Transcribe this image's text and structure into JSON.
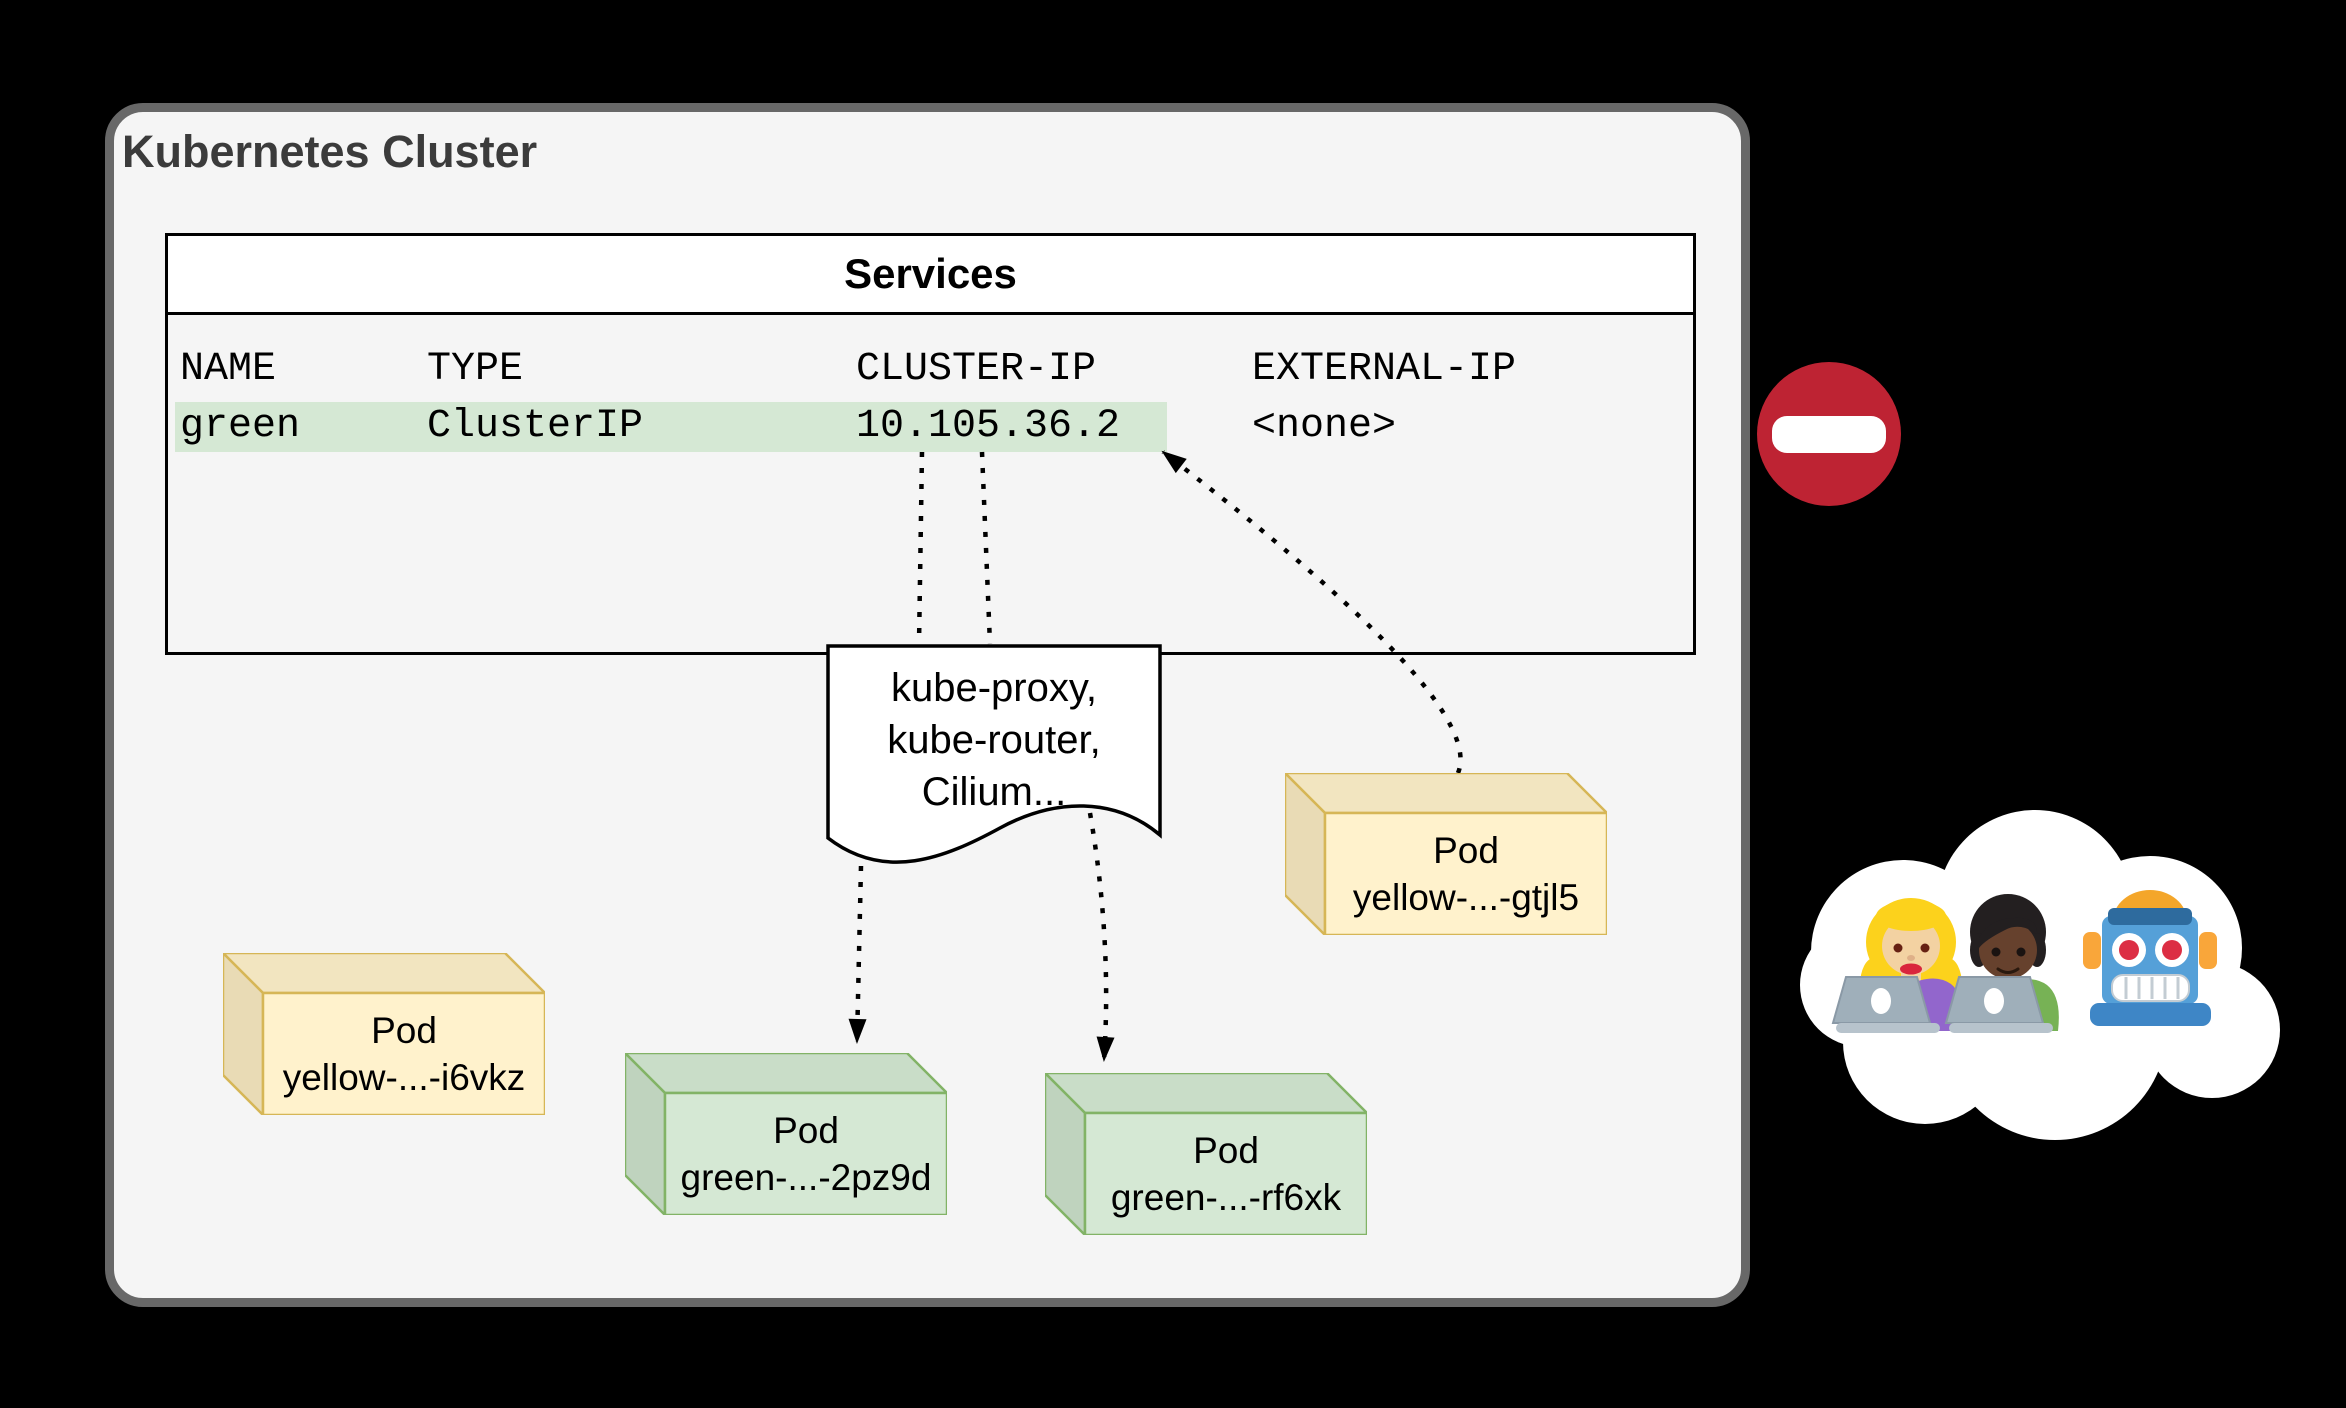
{
  "cluster": {
    "title": "Kubernetes Cluster"
  },
  "services": {
    "title": "Services",
    "columns": [
      "NAME",
      "TYPE",
      "CLUSTER-IP",
      "EXTERNAL-IP"
    ],
    "row": {
      "name": "green",
      "type": "ClusterIP",
      "cluster_ip": "10.105.36.2",
      "external_ip": "<none>",
      "highlighted": true
    }
  },
  "note": {
    "line1": "kube-proxy,",
    "line2": "kube-router,",
    "line3": "Cilium..."
  },
  "pods": [
    {
      "title": "Pod",
      "name": "yellow-...-i6vkz",
      "variant": "yellow"
    },
    {
      "title": "Pod",
      "name": "green-...-2pz9d",
      "variant": "green"
    },
    {
      "title": "Pod",
      "name": "green-...-rf6xk",
      "variant": "green"
    },
    {
      "title": "Pod",
      "name": "yellow-...-gtjl5",
      "variant": "yellow"
    }
  ],
  "icons": {
    "no_entry": "no-entry-sign",
    "cloud_figures": [
      "woman-technologist",
      "man-technologist",
      "robot"
    ]
  },
  "colors": {
    "background": "#000000",
    "cluster_bg": "#f5f5f5",
    "cluster_border": "#686868",
    "row_highlight": "#d5e8d4",
    "pod_yellow_fill": "#fff2cc",
    "pod_yellow_stroke": "#d6b656",
    "pod_green_fill": "#d5e8d4",
    "pod_green_stroke": "#82b366",
    "no_entry_red": "#be2333"
  }
}
